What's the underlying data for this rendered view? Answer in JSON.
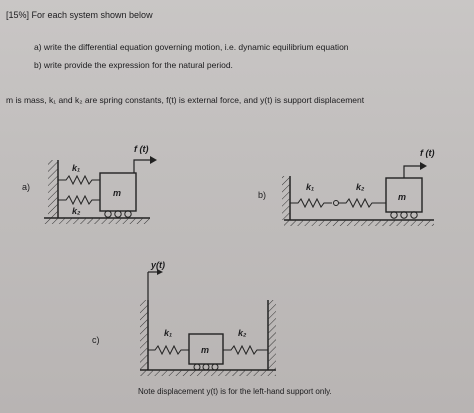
{
  "header": "[15%] For each system shown below",
  "instructions": {
    "a": "a) write the differential equation governing motion, i.e. dynamic equilibrium equation",
    "b": "b) write provide the expression for the natural period."
  },
  "definitions": "m is mass, k₁ and k₂ are spring constants, f(t) is external force, and y(t) is support displacement",
  "figures": {
    "a": {
      "label": "a)",
      "mass": "m",
      "k1": "k₁",
      "k2": "k₂",
      "force": "f (t)"
    },
    "b": {
      "label": "b)",
      "mass": "m",
      "k1": "k₁",
      "k2": "k₂",
      "force": "f (t)"
    },
    "c": {
      "label": "c)",
      "mass": "m",
      "k1": "k₁",
      "k2": "k₂",
      "support": "y(t)"
    }
  },
  "note": "Note displacement y(t) is for the left-hand support only."
}
